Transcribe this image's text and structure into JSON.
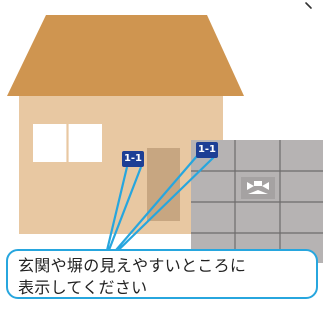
{
  "badges": {
    "door_label": "1-1",
    "wall_label": "1-1"
  },
  "callout": {
    "text": "玄関や塀の見えやすいところに\n表示してください"
  },
  "colors": {
    "roof": "#cf9550",
    "house_wall": "#e8c8a2",
    "door": "#c7a681",
    "window": "#ffffff",
    "fence": "#b6b3b3",
    "fence_grid": "#6e6c6c",
    "badge": "#1d3f95",
    "leader_line": "#27a6de"
  }
}
